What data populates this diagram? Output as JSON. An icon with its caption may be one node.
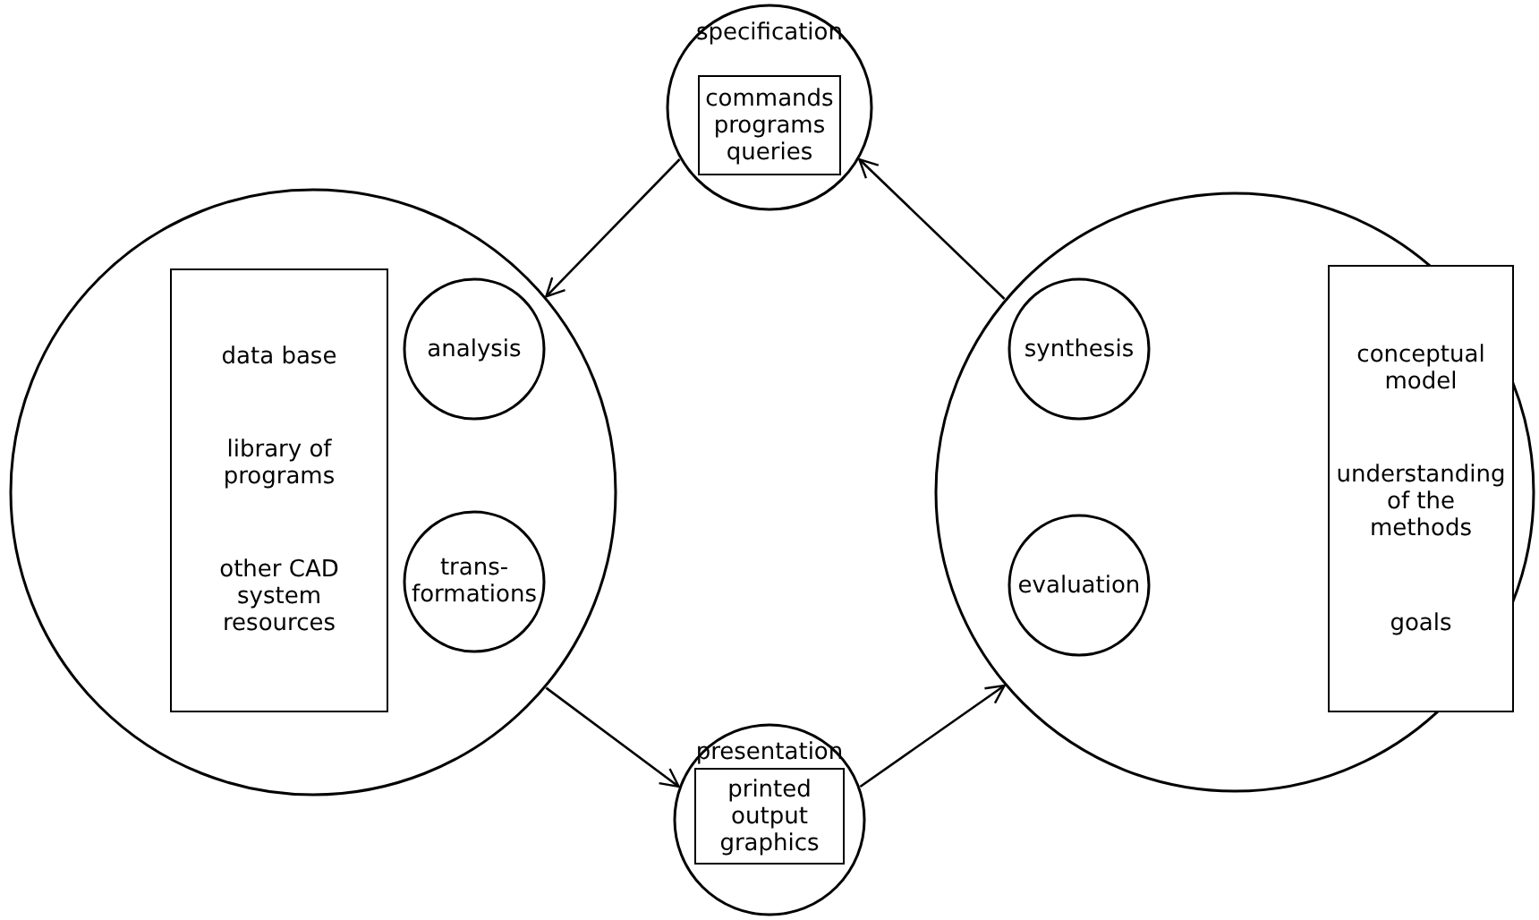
{
  "diagram": {
    "nodes": [
      {
        "text": [],
        "shape": "circle"
      },
      {
        "text": [
          "data base",
          "library of programs",
          "other CAD system resources"
        ],
        "in": 0
      },
      {
        "text": [
          "analysis"
        ],
        "in": 0
      },
      {
        "text": [
          "trans- formations"
        ],
        "in": 0
      },
      {
        "text": [
          "specification"
        ]
      },
      {
        "text": [
          "commands programs queries"
        ],
        "in": 4
      },
      {
        "text": [],
        "shape": "circle"
      },
      {
        "text": [
          "synthesis"
        ],
        "in": 6
      },
      {
        "text": [
          "evaluation"
        ],
        "in": 6
      },
      {
        "text": [
          "conceptual model",
          "understanding of the methods",
          "goals"
        ],
        "in": 6
      },
      {
        "text": [
          "presentation"
        ]
      },
      {
        "text": [
          "printed output graphics"
        ],
        "in": 10
      }
    ],
    "edges": [
      {
        "from": 4,
        "to": 0,
        "arrow": "to"
      },
      {
        "from": 0,
        "to": 10,
        "arrow": "to"
      },
      {
        "from": 10,
        "to": 6,
        "arrow": "to"
      },
      {
        "from": 6,
        "to": 4,
        "arrow": "to"
      }
    ]
  }
}
